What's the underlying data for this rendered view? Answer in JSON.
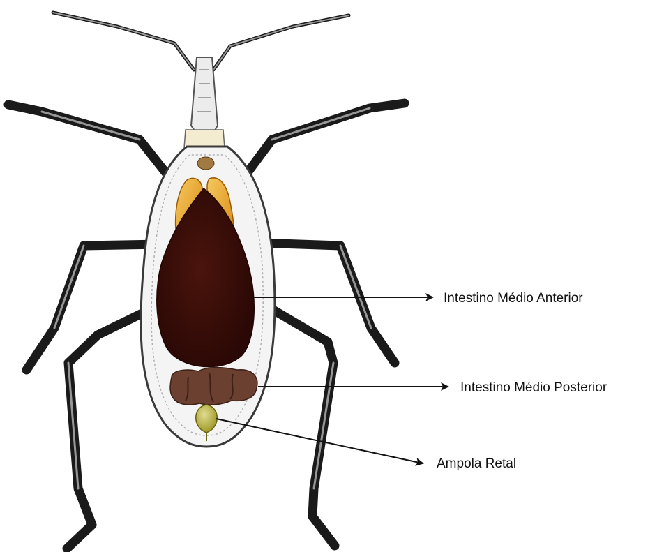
{
  "labels": {
    "anterior_midgut": "Intestino Médio Anterior",
    "posterior_midgut": "Intestino Médio Posterior",
    "rectal_ampulla": "Ampola Retal"
  },
  "colors": {
    "background": "#ffffff",
    "legs": "#1a1a1a",
    "anterior_midgut": "#3a0e08",
    "posterior_midgut": "#6b4030",
    "salivary_glands": "#e8a020",
    "rectal_ampulla": "#b8b040",
    "arrows": "#111111"
  }
}
